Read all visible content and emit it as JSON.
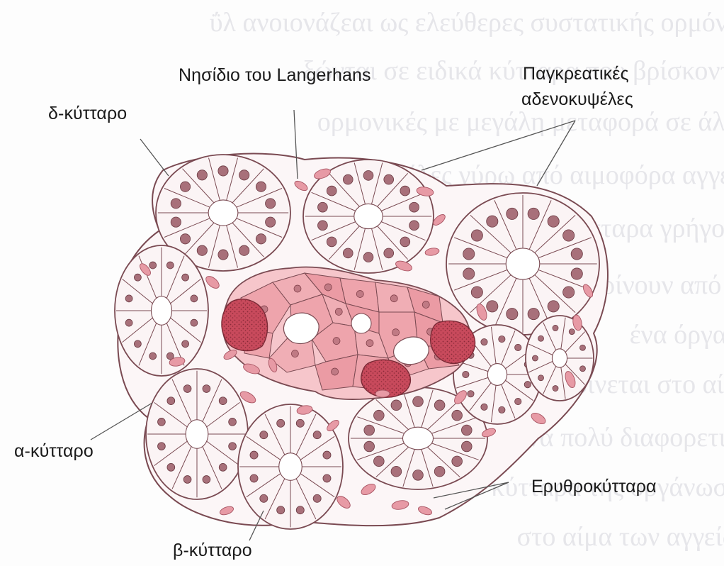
{
  "labels": {
    "islet": "Νησίδιο του Langerhans",
    "delta_cell": "δ-κύτταρο",
    "acini_line1": "Παγκρεατικές",
    "acini_line2": "αδενοκυψέλες",
    "alpha_cell": "α-κύτταρο",
    "beta_cell": "β-κύτταρο",
    "red_blood_cells": "Ερυθροκύτταρα"
  },
  "colors": {
    "outline": "#7a4a52",
    "acinus_fill": "#fbf4f5",
    "nucleus": "#a8707a",
    "islet_pink": "#eea4ac",
    "islet_light": "#f6c6cb",
    "alpha_dark": "#c84a5c",
    "rbc": "#e79aa5",
    "background": "#fdfdfd"
  },
  "icons": {
    "diagram": "pancreas-histology-illustration"
  }
}
